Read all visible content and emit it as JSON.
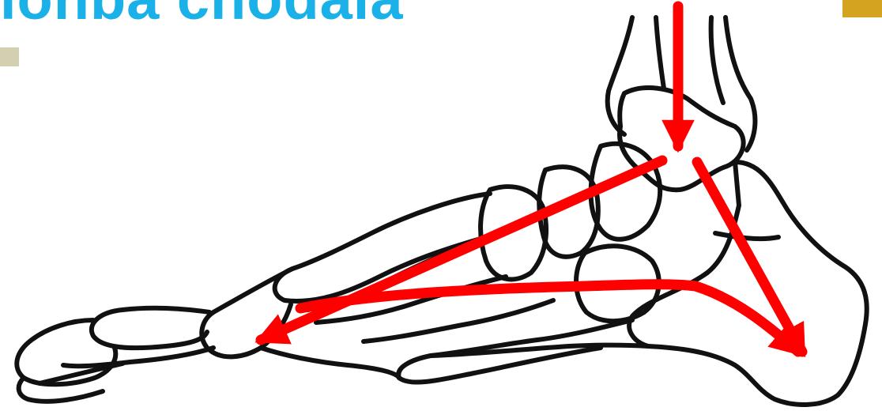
{
  "slide": {
    "title_fragment": "ionba chodala"
  },
  "colors": {
    "title": "#1ab0e8",
    "arrow": "#ff0000",
    "bone_outline": "#111111",
    "bullet": "#d2d0b0",
    "corner_accent": "#d4a421"
  },
  "diagram": {
    "subject": "foot-skeleton-lateral-view",
    "arrows": [
      "arrow-down-to-talus",
      "arrow-to-forefoot",
      "arrow-to-heel",
      "arrow-arch-to-heel"
    ]
  }
}
